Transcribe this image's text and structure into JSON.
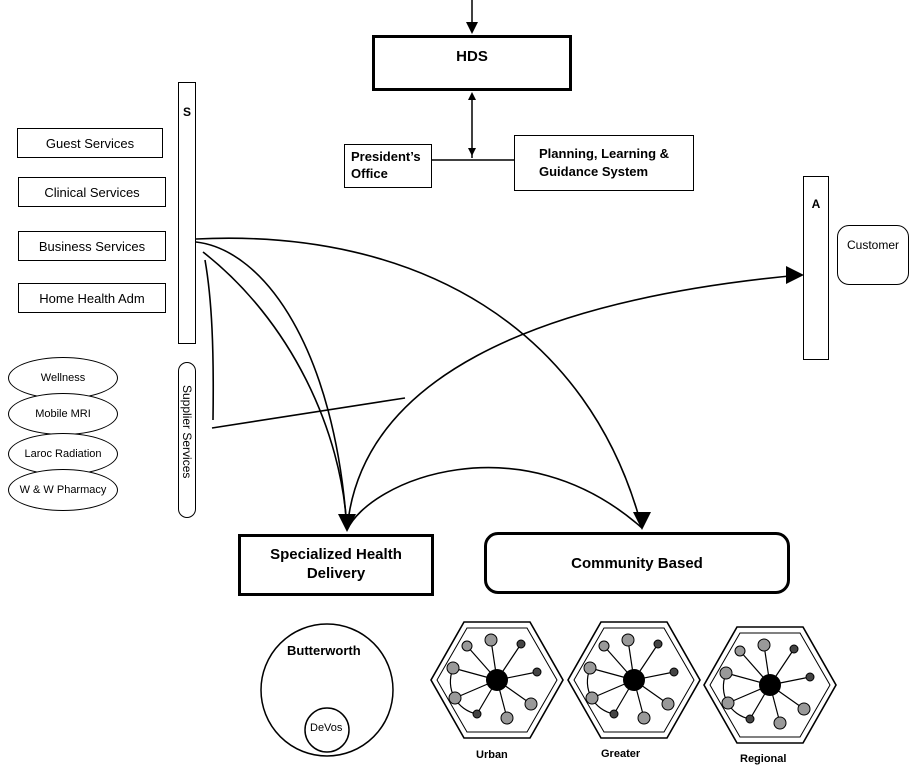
{
  "top": {
    "hds": "HDS",
    "presidents_office": "President’s Office",
    "planning": "Planning, Learning & Guidance System"
  },
  "left_bar": {
    "label": "S"
  },
  "services": [
    "Guest Services",
    "Clinical Services",
    "Business Services",
    "Home Health Adm"
  ],
  "suppliers": {
    "label": "Supplier Services",
    "items": [
      "Wellness",
      "Mobile MRI",
      "Laroc Radiation",
      "W & W Pharmacy"
    ]
  },
  "right_bar": {
    "label": "A"
  },
  "customer": "Customer",
  "specialized": "Specialized Health Delivery",
  "community": "Community Based",
  "butterworth": {
    "outer": "Butterworth",
    "inner": "DeVos"
  },
  "networks": [
    "Urban",
    "Greater",
    "Regional"
  ]
}
